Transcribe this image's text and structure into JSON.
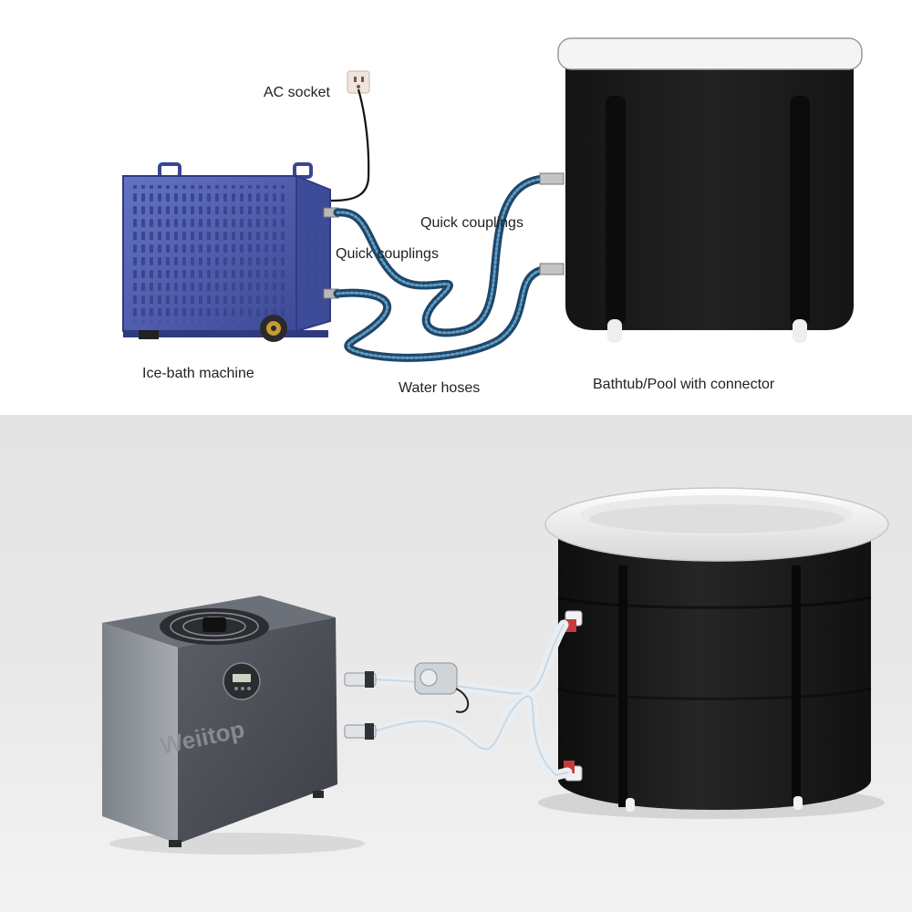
{
  "diagram": {
    "labels": {
      "ac_socket": "AC socket",
      "quick_couplings_top": "Quick couplings",
      "quick_couplings_left": "Quick couplings",
      "ice_bath_machine": "Ice-bath machine",
      "water_hoses": "Water hoses",
      "bathtub": "Bathtub/Pool with connector"
    }
  },
  "photo": {
    "brand_logo": "Weiitop"
  },
  "colors": {
    "machine_blue": "#4a5aa8",
    "hose_blue": "#2c5f86",
    "tub_black": "#1a1a1a",
    "unit_grey": "#4b4e55",
    "background_grey": "#e6e6e6"
  }
}
